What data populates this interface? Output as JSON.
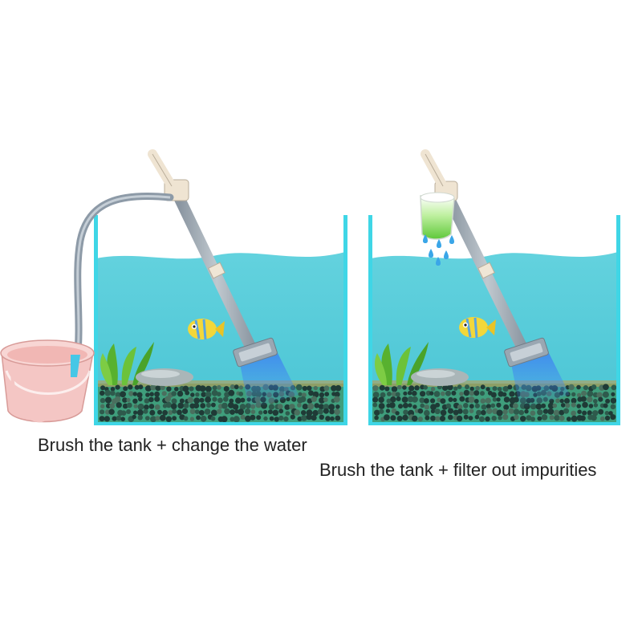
{
  "panels": [
    {
      "id": "change-water",
      "caption": "Brush the tank + change the water",
      "outlet": "bucket"
    },
    {
      "id": "filter-impurities",
      "caption": "Brush the tank + filter out impurities",
      "outlet": "filter-cup"
    }
  ],
  "colors": {
    "water": "#5fd0dc",
    "tank_edge": "#3fd6e6",
    "bucket": "#f4c6c4",
    "hose": "#9aa8b6",
    "fish": "#f2d73a",
    "filter": "#7ed44a",
    "droplet": "#3aa6e8"
  },
  "icons": [
    "bucket-icon",
    "fish-icon",
    "plant-icon",
    "rock-icon",
    "gravel-icon",
    "siphon-tube-icon",
    "filter-cup-icon",
    "water-drop-icon"
  ]
}
